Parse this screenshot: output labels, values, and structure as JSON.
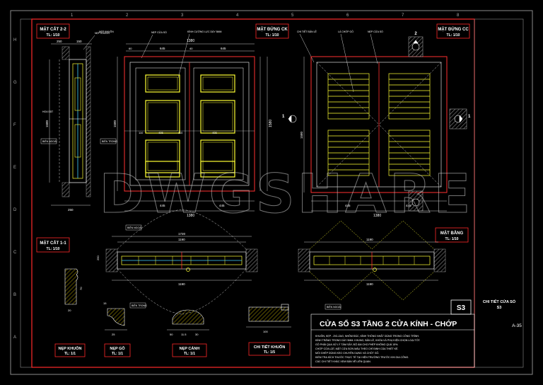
{
  "sheet": {
    "code": "S3",
    "sheet_number": "A-35",
    "title_block": "CHI TIẾT CỬA SỔ S3",
    "watermark": "DWGSHARE",
    "main_title": "CỬA SỔ S3 TẦNG 2 CỬA KÍNH - CHỚP",
    "notes": [
      "KHUÔN, KẸP - ZIG-ZAG, NHÔM ĐÚC, KÍNH THỐNG NHẤT DÙNG TRONG CÔNG TRÌNH.",
      "KÍNH TRẮNG TRONG DÀY 5MM. KHUNG, BẢN LỀ, KHÓA VÀ PHỤ KIỆN CHỌN LOẠI TỐT.",
      "GỖ PHẢI QUA XỬ LÝ TẨM SẤY, ĐỘ ẨM CHO PHÉP KHÔNG QUÁ 15%.",
      "CHỚP CỬA LẬT, MẶT CỬA SƠN MÀU THEO CHỈ ĐỊNH CỦA THIẾT KẾ.",
      "MỐI GHÉP DÙNG KEO CHUYÊN DỤNG VÀ CHỐT GỖ.",
      "KIỂM TRA KÍCH THƯỚC THỰC TẾ TẠI HIỆN TRƯỜNG TRƯỚC KHI GIA CÔNG.",
      "CÁC CHI TIẾT KHÁC XEM BẢN VẼ LIÊN QUAN."
    ],
    "columns": [
      "1",
      "2",
      "3",
      "4",
      "5",
      "6",
      "7",
      "8"
    ],
    "rows": [
      "H",
      "G",
      "F",
      "E",
      "D",
      "C",
      "B",
      "A"
    ]
  },
  "views": {
    "section_22": {
      "title": "MẶT CẮT 2-2",
      "scale": "TL: 1/10"
    },
    "elev_ck": {
      "title": "MẶT ĐỨNG CK",
      "scale": "TL: 1/10"
    },
    "elev_cc": {
      "title": "MẶT ĐỨNG CC",
      "scale": "TL: 1/10"
    },
    "section_11": {
      "title": "MẶT CẮT 1-1",
      "scale": "TL: 1/10"
    },
    "plan": {
      "title": "MẶT BẰNG",
      "scale": "TL: 1/10"
    },
    "nep_khuon": {
      "title": "NẸP KHUÔN",
      "scale": "TL: 1/1"
    },
    "nep_go": {
      "title": "NẸP GỖ",
      "scale": "TL: 1/1"
    },
    "nep_canh": {
      "title": "NẸP CÁNH",
      "scale": "TL: 1/1"
    },
    "chi_tiet_khuon": {
      "title": "CHI TIẾT KHUÔN",
      "scale": "TL: 1/5"
    }
  },
  "callouts": {
    "nep_khuon": "NẸP KHUÔN",
    "nep_cua_so": "NẸP CỬA SỔ",
    "kinh": "KÍNH CƯỜNG LỰC DÀY 5MM",
    "chi_tiet_ban_le": "CHI TIẾT BẢN LỀ",
    "la_chop": "LÁ CHỚP GỖ",
    "bien_ngoai": "BIÊN NGOÀI",
    "bien_trong": "BIÊN TRONG",
    "hoa_sat": "HOA SẮT"
  },
  "dims": {
    "overall_w": "1380",
    "half_w": "645",
    "sub_60": "60",
    "sub_40": "40",
    "sub_445": "445",
    "sub_150": "150",
    "sub_250": "250",
    "overall_h": "1580",
    "sub_405": "405",
    "sub_110": "110",
    "sub_1720": "1720",
    "sub_1190": "1190",
    "sub_20": "20",
    "sub_200": "200",
    "sub_70": "70",
    "sub_50": "50",
    "sub_30": "30",
    "sub_15": "15",
    "sub_25": "25",
    "sub_115": "11.5",
    "sub_100": "100",
    "sub_510": "510",
    "sub_200b": "200"
  },
  "section_marks": {
    "one": "1",
    "two": "2"
  },
  "colors": {
    "background": "#000000",
    "border": "#ff2a2a",
    "frame": "#ffffff",
    "wood": "#ffff33",
    "dim": "#ffffff",
    "accent": "#ff3030",
    "blue": "#3b7bff",
    "cyan": "#3fd0ff",
    "gray": "#8a8a8a"
  }
}
